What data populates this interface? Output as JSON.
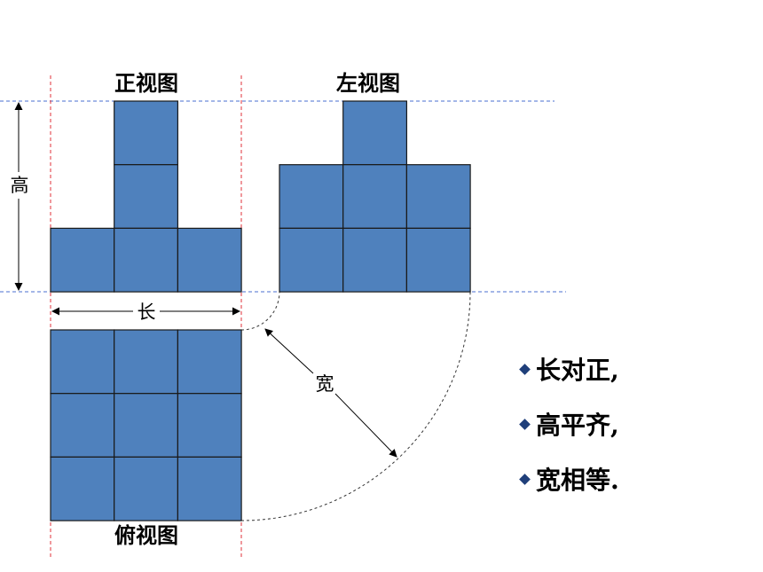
{
  "views": {
    "front_title": "正视图",
    "left_title": "左视图",
    "top_title": "俯视图"
  },
  "dimensions": {
    "height_label": "高",
    "length_label": "长",
    "width_label": "宽"
  },
  "rules": [
    {
      "text": "长对正,"
    },
    {
      "text": "高平齐,"
    },
    {
      "text": "宽相等."
    }
  ],
  "colors": {
    "cube_fill": "#4f81bd",
    "cube_border": "#1a1a1a",
    "horizontal_guides": "#4a6fd0",
    "vertical_guides": "#e0313a"
  }
}
